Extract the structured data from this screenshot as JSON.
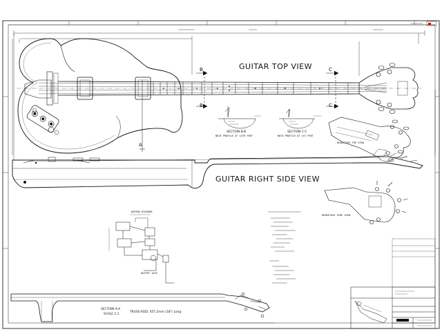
{
  "views": {
    "top_title": "GUITAR TOP VIEW",
    "side_title": "GUITAR RIGHT SIDE VIEW"
  },
  "section_markers": {
    "a": "A",
    "b": "B",
    "c": "C"
  },
  "sections": {
    "bb_title": "SECTION B-B",
    "bb_note": "NECK PROFILE AT 12TH FRET",
    "cc_title": "SECTION C-C",
    "cc_note": "NECK PROFILE AT 1ST FRET",
    "aa_title": "SECTION A-A",
    "aa_scale": "SCALE 1:1",
    "truss_note": "TRUSS ROD: 457.2mm (18\") Long"
  },
  "headstock": {
    "top_label": "HEADSTOCK TOP VIEW",
    "side_label": "HEADSTOCK SIDE VIEW"
  },
  "wiring": {
    "title": "WIRING DIAGRAM",
    "jack_label": "OUTPUT JACK"
  },
  "colors": {
    "line": "#111111",
    "frame": "#222222",
    "accent_red": "#cc0000"
  }
}
